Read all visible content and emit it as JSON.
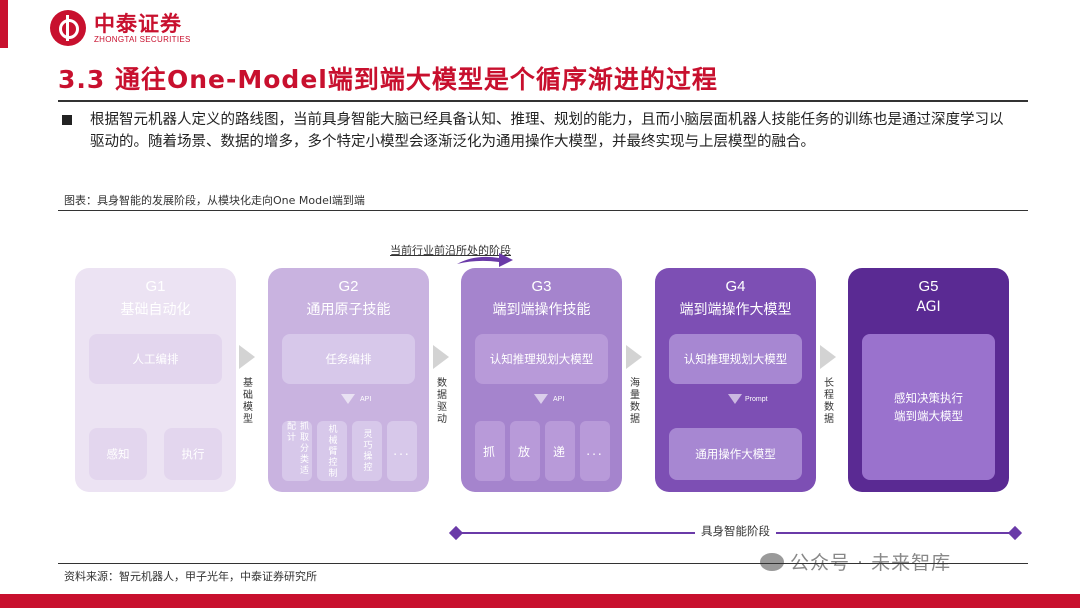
{
  "brand": {
    "name_cn": "中泰证券",
    "name_en": "ZHONGTAI SECURITIES",
    "color": "#c8102e"
  },
  "title": "3.3 通往One-Model端到端大模型是个循序渐进的过程",
  "bullet": "根据智元机器人定义的路线图，当前具身智能大脑已经具备认知、推理、规划的能力，且而小脑层面机器人技能任务的训练也是通过深度学习以驱动的。随着场景、数据的增多，多个特定小模型会逐渐泛化为通用操作大模型，并最终实现与上层模型的融合。",
  "caption": "图表：具身智能的发展阶段，从模块化走向One Model端到端",
  "current_stage_label": "当前行业前沿所处的阶段",
  "stages": [
    {
      "code": "G1",
      "name": "基础自动化",
      "top_box": "人工编排",
      "bottom_items": [
        "感知",
        "执行"
      ]
    },
    {
      "code": "G2",
      "name": "通用原子技能",
      "top_box": "任务编排",
      "api": "API",
      "bottom_items": [
        "抓取分类适配计",
        "机械臂控制",
        "灵巧操控",
        "..."
      ]
    },
    {
      "code": "G3",
      "name": "端到端操作技能",
      "top_box": "认知推理规划大模型",
      "api": "API",
      "bottom_items": [
        "抓",
        "放",
        "递",
        "..."
      ]
    },
    {
      "code": "G4",
      "name": "端到端操作大模型",
      "top_box": "认知推理规划大模型",
      "prompt": "Prompt",
      "bottom_box": "通用操作大模型"
    },
    {
      "code": "G5",
      "name": "AGI",
      "center_box": "感知决策执行\n端到端大模型"
    }
  ],
  "connectors": [
    "基础模型",
    "数据驱动",
    "海量数据",
    "长程数据"
  ],
  "phase_label": "具身智能阶段",
  "source": "资料来源：智元机器人，甲子光年，中泰证券研究所",
  "watermark": "公众号 · 未来智库"
}
